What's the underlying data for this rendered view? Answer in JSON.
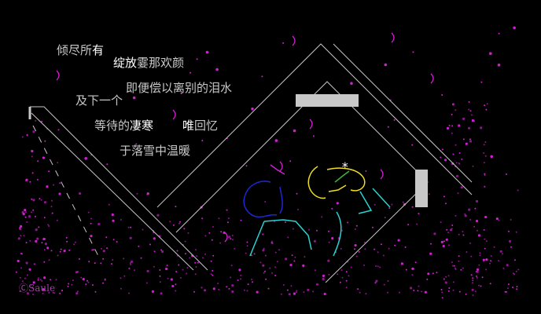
{
  "lyrics": [
    {
      "pre": "倾尽所",
      "hl": "有",
      "post": ""
    },
    {
      "pre": "",
      "hl": "绽放",
      "post": "霎那欢颜"
    },
    {
      "pre": "即便偿以离别的泪水",
      "hl": "",
      "post": ""
    },
    {
      "pre": "及下一个",
      "hl": "",
      "post": ""
    },
    {
      "pre": "等待的",
      "hl": "凄寒",
      "post": ""
    },
    {
      "pre": "",
      "hl": "唯",
      "post": "回忆"
    },
    {
      "pre": "于落雪中温暖",
      "hl": "",
      "post": ""
    }
  ],
  "signature": "ⒸSaule",
  "colors": {
    "background": "#000000",
    "sparkle": "#d21ed2",
    "sparkle_dim": "#8c148c",
    "line": "#c8c8c8",
    "block": "#c8c8c8",
    "figure_left": "#1e28d2",
    "figure_right": "#f0dc28",
    "cyan": "#2ad2d2",
    "green": "#3cb43c"
  }
}
